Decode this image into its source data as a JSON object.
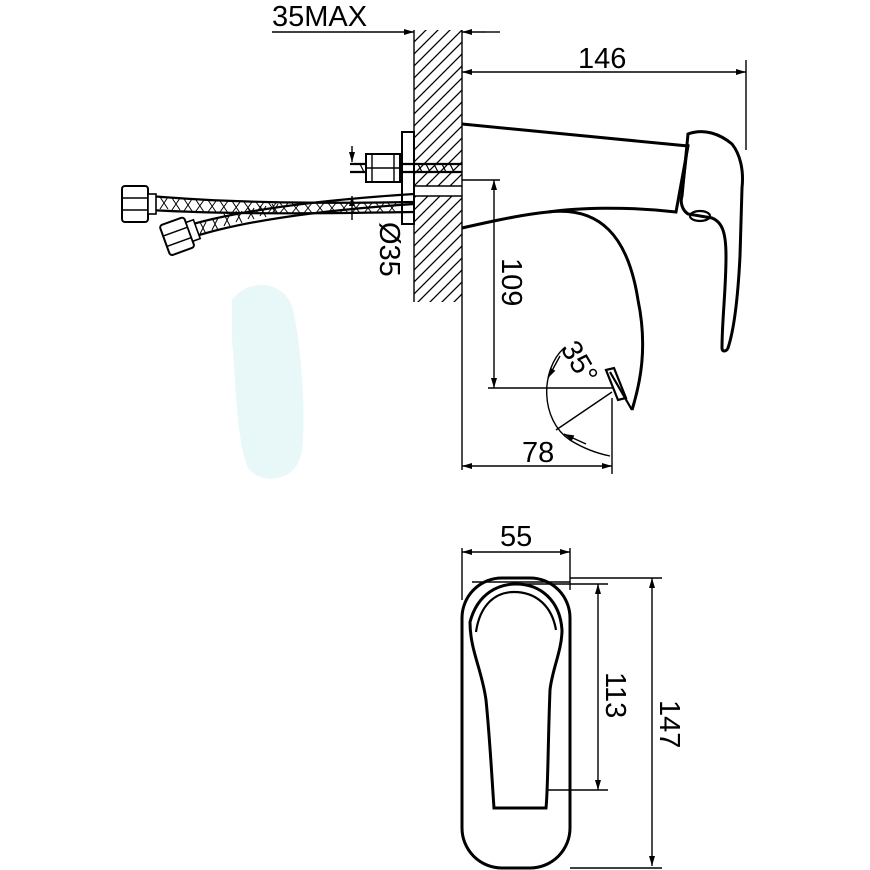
{
  "dimensions": {
    "wall_max": "35MAX",
    "depth_total": "146",
    "spout_height": "109",
    "hole_diameter": "Ø35",
    "angle": "35°",
    "spout_reach": "78",
    "width": "55",
    "inner_height": "113",
    "total_height": "147"
  },
  "colors": {
    "line": "#000000",
    "watermark": "#e6f6f6"
  }
}
